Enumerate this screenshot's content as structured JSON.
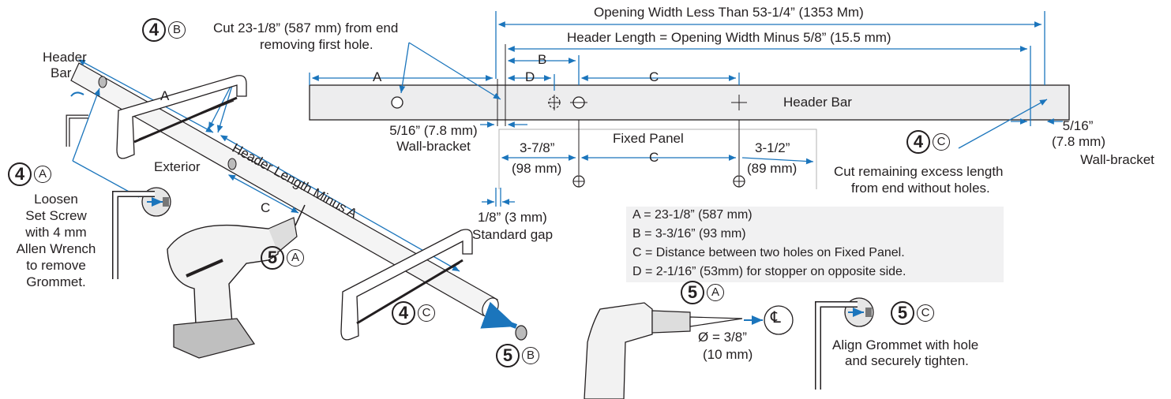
{
  "top": {
    "opening_width": "Opening Width Less Than 53-1/4” (1353 Mm)",
    "header_length": "Header Length = Opening Width Minus 5/8” (15.5 mm)"
  },
  "bar": {
    "label": "Header Bar",
    "dim_a": "A",
    "dim_b": "B",
    "dim_c": "C",
    "dim_d": "D"
  },
  "left_bracket": {
    "line1": "5/16” (7.8 mm)",
    "line2": "Wall-bracket"
  },
  "right_bracket": {
    "line1": "5/16”",
    "line2": "(7.8 mm)",
    "line3": "Wall-bracket"
  },
  "fixed_panel": {
    "title": "Fixed Panel",
    "left_dim": "3-7/8”",
    "left_dim_mm": "(98 mm)",
    "mid_dim": "C",
    "right_dim": "3-1/2”",
    "right_dim_mm": "(89 mm)"
  },
  "gap": {
    "line1": "1/8” (3 mm)",
    "line2": "Standard gap"
  },
  "step4b": {
    "num": "4",
    "letter": "B",
    "line1": "Cut 23-1/8” (587 mm) from end",
    "line2": "removing first hole."
  },
  "step4c_top": {
    "num": "4",
    "letter": "C",
    "line1": "Cut remaining excess length",
    "line2": "from end without holes."
  },
  "step4a": {
    "num": "4",
    "letter": "A",
    "line1": "Loosen",
    "line2": "Set Screw",
    "line3": "with 4 mm",
    "line4": "Allen Wrench",
    "line5": "to remove",
    "line6": "Grommet."
  },
  "left_diagram": {
    "header_bar_line1": "Header",
    "header_bar_line2": "Bar",
    "a_label": "A",
    "exterior": "Exterior",
    "length_label": "Header Length Minus A",
    "c_label": "C"
  },
  "step5a_left": {
    "num": "5",
    "letter": "A"
  },
  "step4c_saw": {
    "num": "4",
    "letter": "C"
  },
  "step5b": {
    "num": "5",
    "letter": "B"
  },
  "legend": {
    "a": "A = 23-1/8” (587 mm)",
    "b": "B = 3-3/16” (93 mm)",
    "c": "C = Distance between two holes on Fixed Panel.",
    "d": "D = 2-1/16” (53mm) for stopper on opposite side."
  },
  "step5a_drill": {
    "num": "5",
    "letter": "A",
    "diameter": "Ø = 3/8”",
    "diameter_mm": "(10 mm)",
    "centerline": "℄"
  },
  "step5c": {
    "num": "5",
    "letter": "C",
    "line1": "Align Grommet with hole",
    "line2": "and securely tighten."
  },
  "colors": {
    "ink": "#231f20",
    "dimension": "#1b75bc",
    "bar_fill": "#ededee"
  }
}
